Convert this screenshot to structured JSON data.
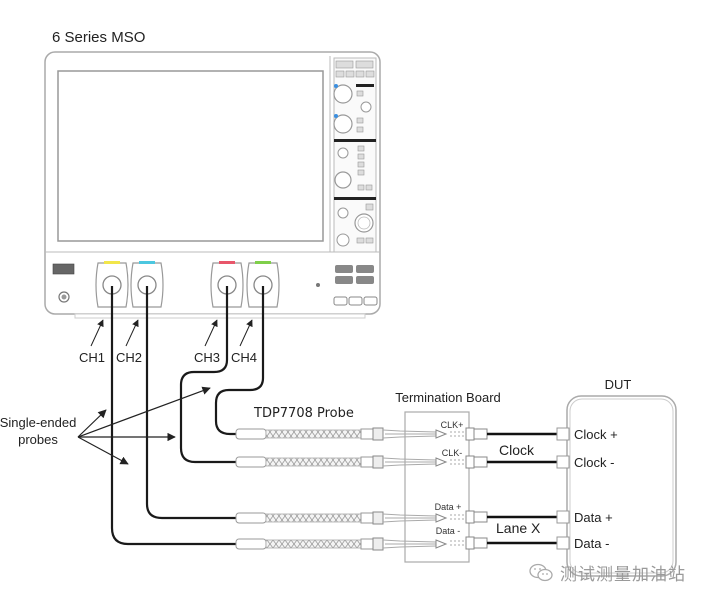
{
  "diagram": {
    "instrument": {
      "title": "6 Series MSO",
      "channels": [
        {
          "label": "CH1",
          "color": "#f2e64a"
        },
        {
          "label": "CH2",
          "color": "#4cc7e0"
        },
        {
          "label": "CH3",
          "color": "#e8566a"
        },
        {
          "label": "CH4",
          "color": "#7fcf4a"
        }
      ],
      "knob_accent": "#3b8fe0"
    },
    "probes": {
      "group_label_line1": "Single-ended",
      "group_label_line2": "probes",
      "model_label": "TDP7708 Probe",
      "model_label_color": "#1a2a6c"
    },
    "termination_board": {
      "title": "Termination Board",
      "pins": [
        "CLK+",
        "CLK-",
        "Data +",
        "Data -"
      ]
    },
    "signals": {
      "clock_label": "Clock",
      "lane_label": "Lane X"
    },
    "dut": {
      "title": "DUT",
      "pins": [
        "Clock +",
        "Clock -",
        "Data +",
        "Data -"
      ]
    },
    "watermark": {
      "text": "测试测量加油站",
      "icon": "wechat-icon"
    }
  }
}
